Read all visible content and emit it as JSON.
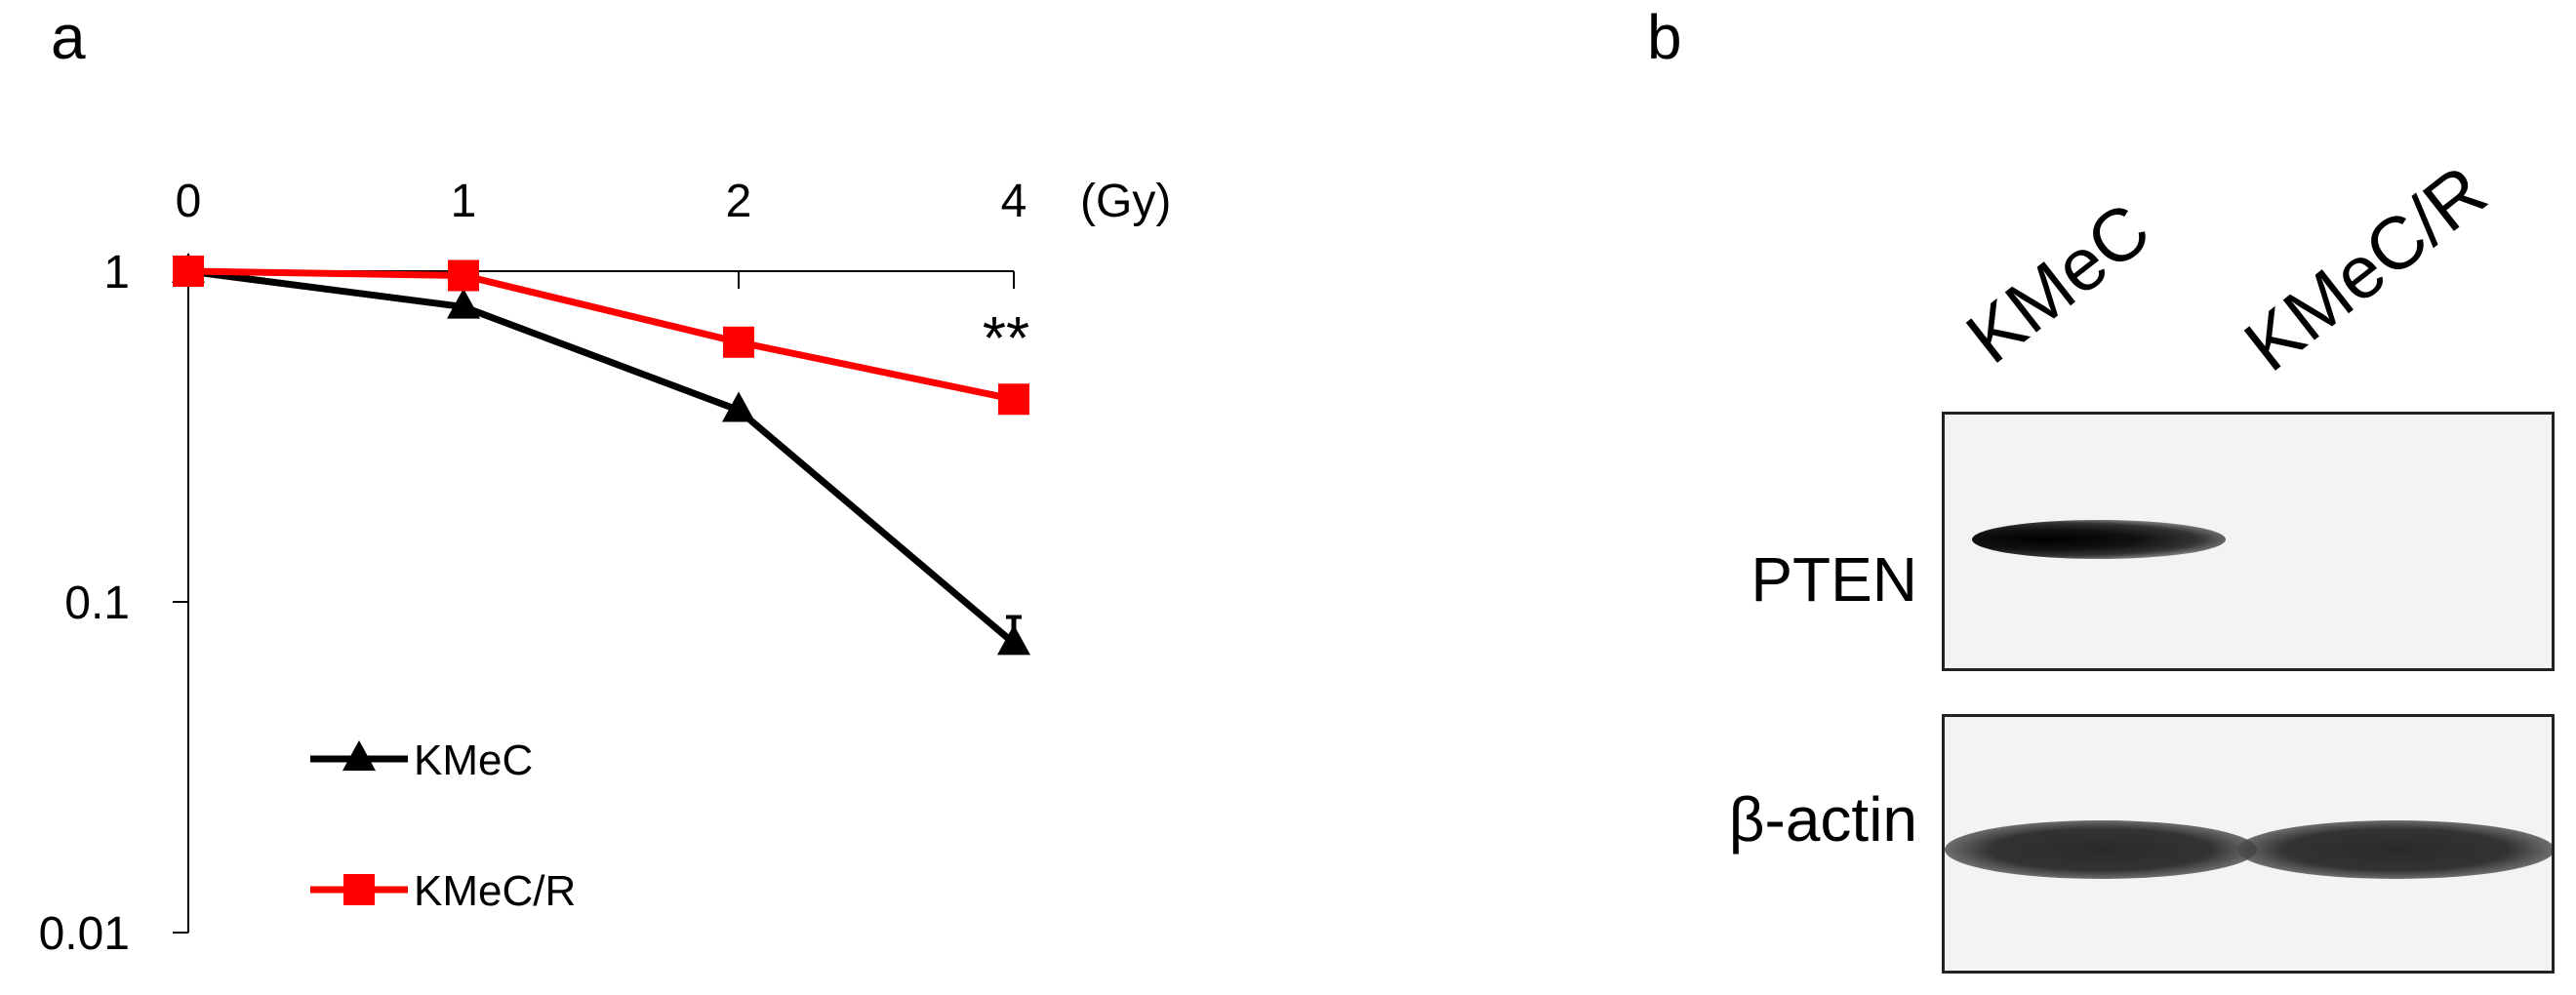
{
  "panels": {
    "a_label": "a",
    "b_label": "b"
  },
  "chart_data": {
    "type": "line",
    "x": [
      0,
      1,
      2,
      4
    ],
    "x_tick_labels": [
      "0",
      "1",
      "2",
      "4"
    ],
    "x_unit": "(Gy)",
    "y_scale": "log",
    "ylim": [
      0.01,
      1
    ],
    "y_tick_labels": [
      "1",
      "0.1",
      "0.01"
    ],
    "series": [
      {
        "name": "KMeC",
        "marker": "triangle",
        "color": "#000000",
        "values": [
          1.0,
          0.78,
          0.38,
          0.075
        ],
        "error": [
          0,
          0,
          0,
          0.015
        ]
      },
      {
        "name": "KMeC/R",
        "marker": "square",
        "color": "#ff0000",
        "values": [
          1.0,
          0.97,
          0.61,
          0.41
        ]
      }
    ],
    "annotations": [
      {
        "x": 4,
        "text": "**"
      }
    ],
    "legend_position": "bottom-left"
  },
  "blot": {
    "lanes": [
      "KMeC",
      "KMeC/R"
    ],
    "rows": [
      {
        "label": "PTEN",
        "intensities": [
          1.0,
          0.0
        ]
      },
      {
        "label": "β-actin",
        "intensities": [
          0.8,
          0.8
        ]
      }
    ]
  }
}
